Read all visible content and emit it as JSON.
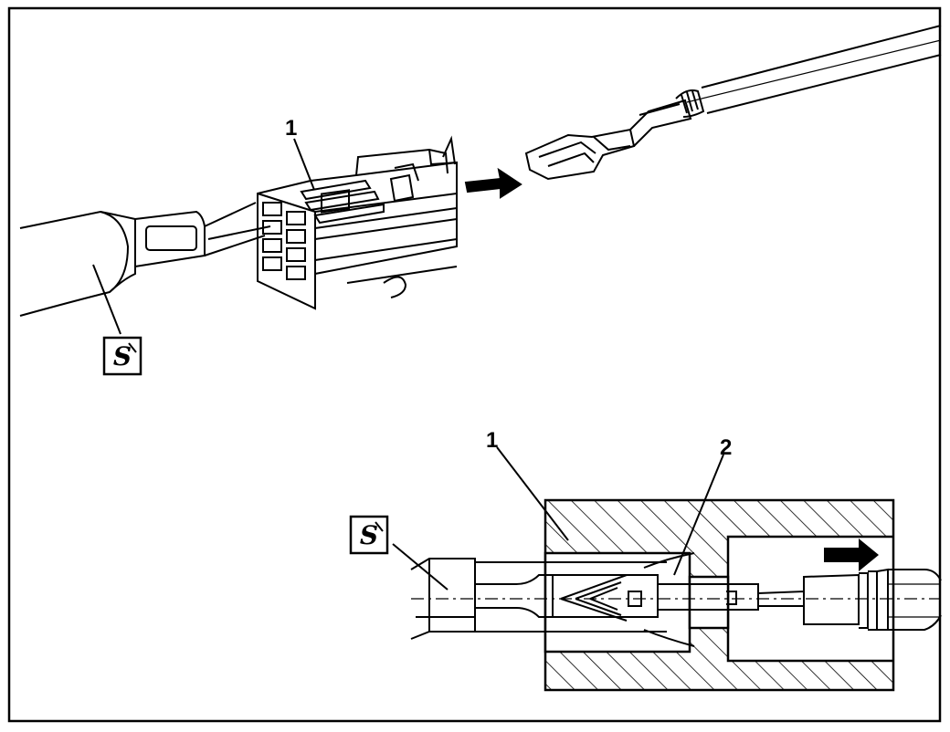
{
  "figure": {
    "callouts": {
      "top_housing": "1",
      "bottom_housing": "1",
      "bottom_lock_tang": "2"
    },
    "tool_symbol_icon": "removal-tool-icon",
    "arrow_icons": [
      "insert-direction-arrow-icon",
      "pull-direction-arrow-icon"
    ]
  },
  "colors": {
    "ink": "#000000",
    "paper": "#ffffff"
  }
}
